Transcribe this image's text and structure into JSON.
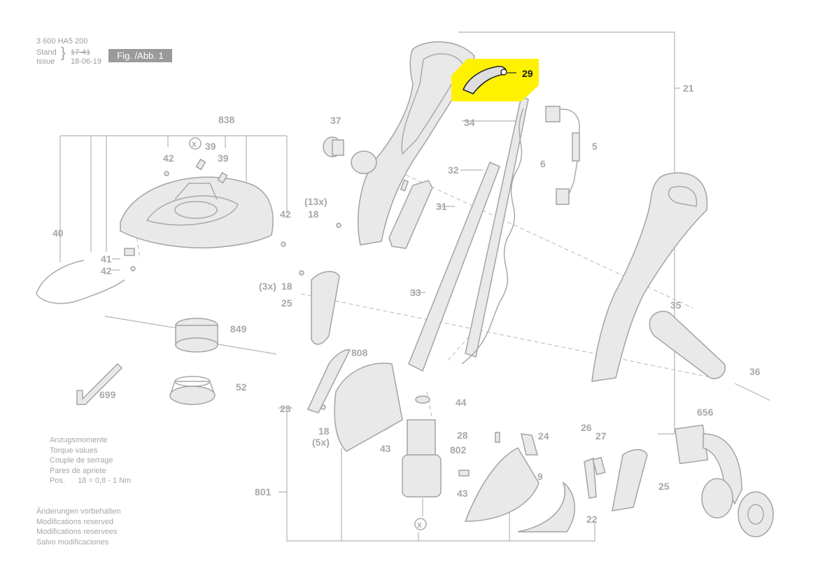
{
  "header": {
    "doc_number": "3 600 HA5 200",
    "stand_label": "Stand",
    "stand_value": "17-41",
    "issue_label": "Issue",
    "issue_value": "18-06-19",
    "figure_label": "Fig. /Abb. 1"
  },
  "torque": {
    "lines": [
      "Anzugsmomente",
      "Torque values",
      "Couple de serrage",
      "Pares de apriete"
    ],
    "pos_label": "Pos.",
    "pos_value": "18 = 0,8 - 1 Nm"
  },
  "modifications": {
    "lines": [
      "Änderungen vorbehalten",
      "Modifications reserved",
      "Modifications reservees",
      "Salvo modificaciones"
    ]
  },
  "highlight": {
    "part": "29",
    "color": "#fff200"
  },
  "labels": {
    "p838": "838",
    "p42a": "42",
    "p39a": "39",
    "p39b": "39",
    "p42b": "42",
    "p40": "40",
    "p41": "41",
    "p42c": "42",
    "p849": "849",
    "p699": "699",
    "p52": "52",
    "p37": "37",
    "p13x": "(13x)",
    "p18a": "18",
    "p32": "32",
    "p31": "31",
    "p3x": "(3x)",
    "p18b": "18",
    "p25a": "25",
    "p33": "33",
    "p34": "34",
    "p6": "6",
    "p5": "5",
    "p21": "21",
    "p35": "35",
    "p36": "36",
    "p808": "808",
    "p23": "23",
    "p18c": "18",
    "p5x": "(5x)",
    "p43a": "43",
    "p44": "44",
    "p802": "802",
    "p28": "28",
    "p24": "24",
    "p9": "9",
    "p43b": "43",
    "p26": "26",
    "p27": "27",
    "p25b": "25",
    "p22": "22",
    "p656": "656",
    "p801": "801",
    "x1": "X",
    "x2": "X"
  }
}
